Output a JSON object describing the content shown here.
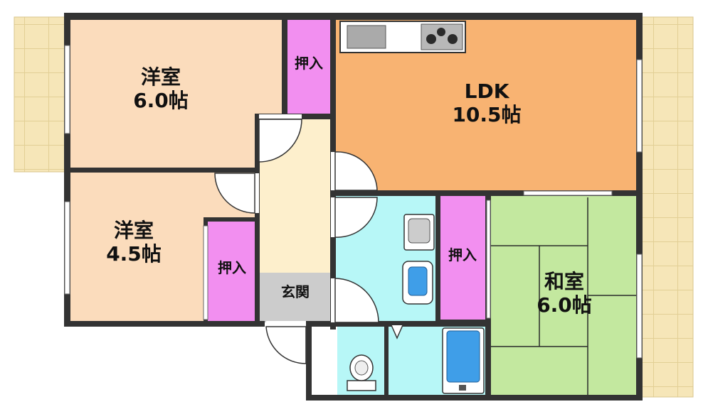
{
  "rooms": {
    "western_room_1": {
      "name": "洋室",
      "size": "6.0帖"
    },
    "western_room_2": {
      "name": "洋室",
      "size": "4.5帖"
    },
    "ldk": {
      "name": "LDK",
      "size": "10.5帖"
    },
    "japanese_room": {
      "name": "和室",
      "size": "6.0帖"
    },
    "entrance": {
      "name": "玄関"
    },
    "closet_1": {
      "name": "押入"
    },
    "closet_2": {
      "name": "押入"
    },
    "closet_3": {
      "name": "押入"
    }
  },
  "colors": {
    "western_room": "#fbdcbc",
    "ldk": "#f8b372",
    "japanese_room": "#c3e89f",
    "closet": "#f28ff0",
    "hall": "#fdefcc",
    "wet_area": "#b7f7f7",
    "entrance": "#cccccc",
    "balcony": "#f6e6b8",
    "wall": "#333333"
  }
}
